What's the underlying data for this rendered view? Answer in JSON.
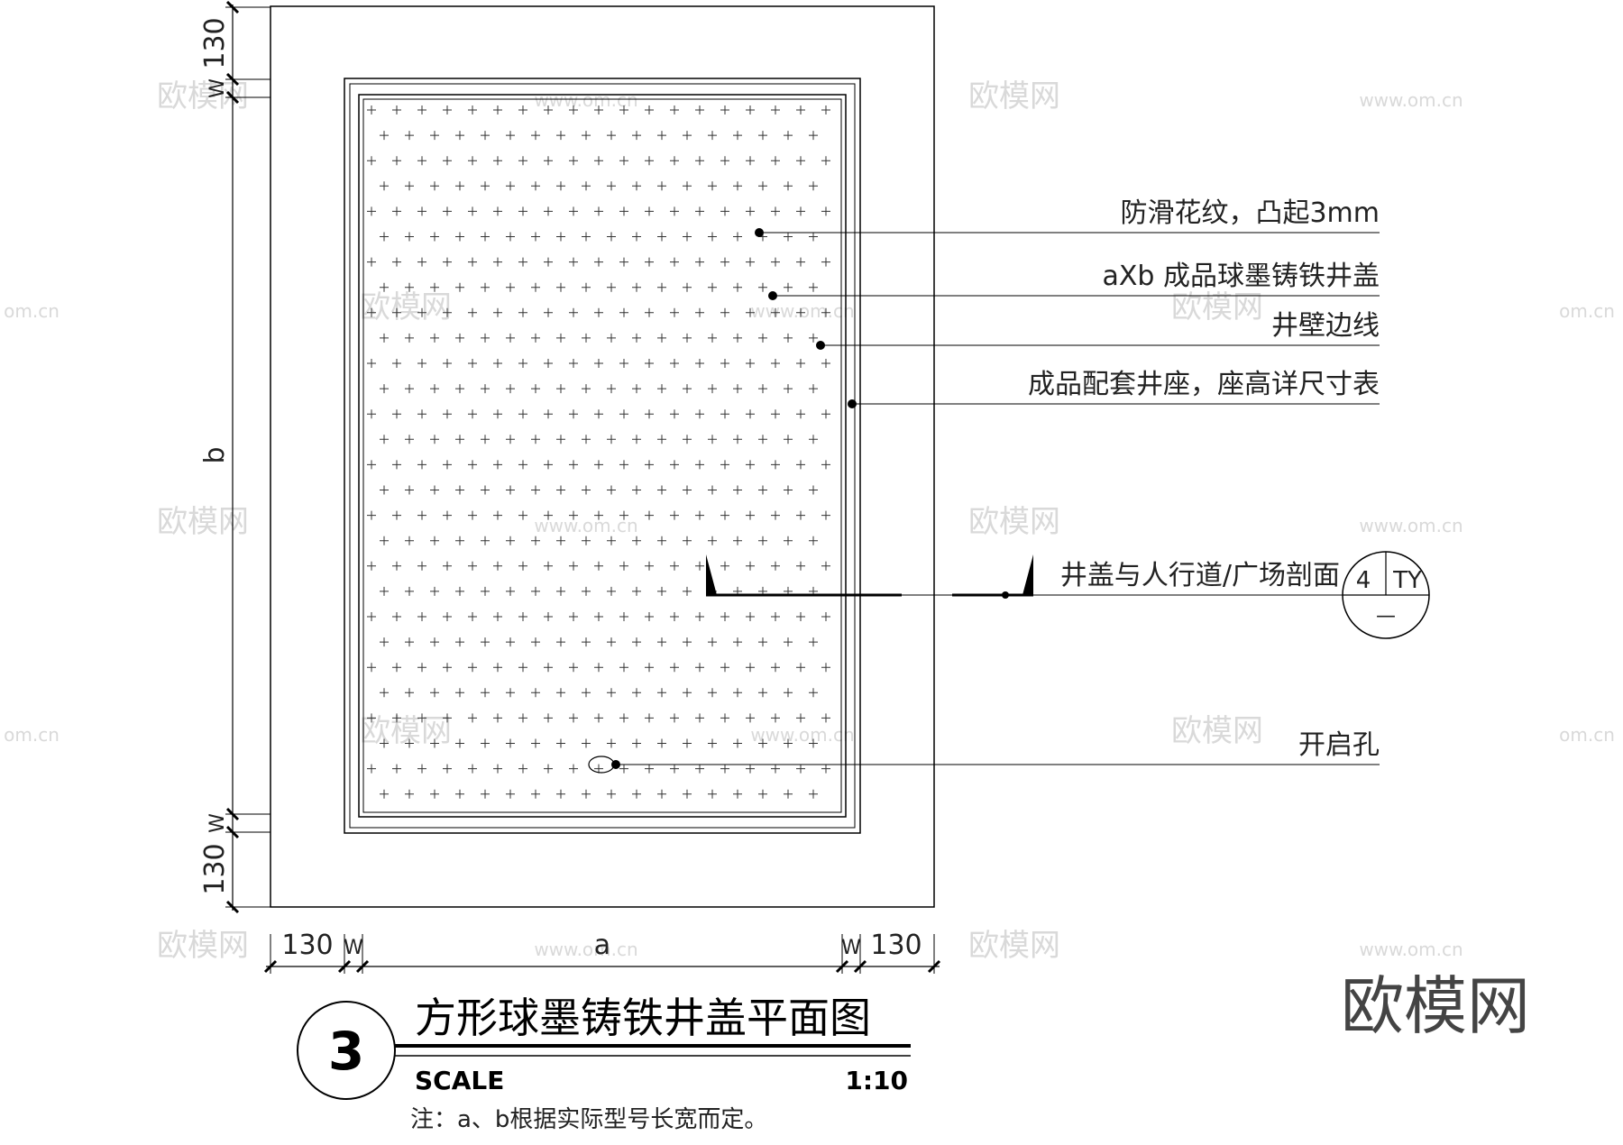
{
  "drawing": {
    "labels": {
      "pattern": "防滑花纹，凸起3mm",
      "cover": "aXb  成品球墨铸铁井盖",
      "wall_line": "井壁边线",
      "seat": "成品配套井座，座高详尺寸表",
      "section": "井盖与人行道/广场剖面",
      "hole": "开启孔"
    },
    "section_ref": {
      "number": "4",
      "sheet": "TY",
      "lower": "—"
    },
    "dimensions": {
      "top_130": "130",
      "top_w": "W",
      "left_b": "b",
      "bottom_w": "W",
      "bottom_130": "130",
      "bottom_left_130": "130",
      "bottom_left_w": "W",
      "bottom_a": "a",
      "bottom_right_w": "W",
      "bottom_right_130": "130"
    }
  },
  "title_block": {
    "number": "3",
    "title": "方形球墨铸铁井盖平面图",
    "scale_label": "SCALE",
    "scale_value": "1:10",
    "note": "注：a、b根据实际型号长宽而定。"
  },
  "watermark": {
    "brand": "欧模网",
    "url": "www.om.cn",
    "url_short": "om.cn"
  }
}
